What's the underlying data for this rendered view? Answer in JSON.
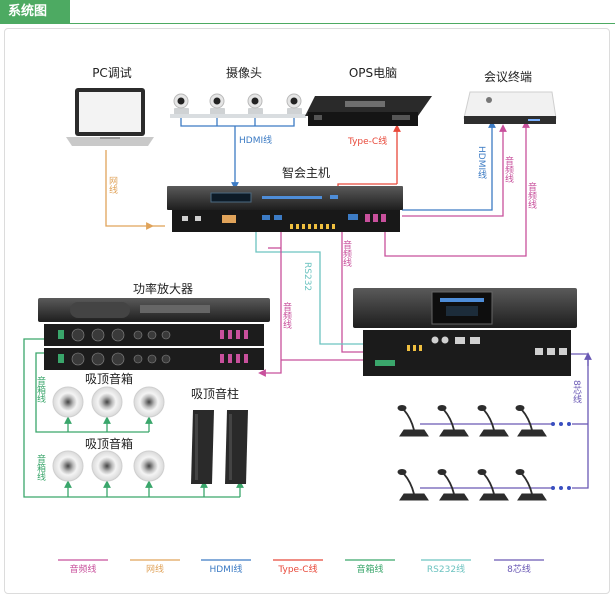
{
  "header": {
    "title": "系统图"
  },
  "devices": {
    "pc": "PC调试",
    "camera": "摄像头",
    "ops": "OPS电脑",
    "conf_terminal": "会议终端",
    "host": "智会主机",
    "amplifier": "功率放大器",
    "ceiling_speaker_1": "吸顶音箱",
    "ceiling_speaker_2": "吸顶音箱",
    "column_speaker": "吸顶音柱"
  },
  "line_labels": {
    "network": "网线",
    "hdmi": "HDMI线",
    "typec": "Type-C线",
    "hdmi_terminal": "HDMI线",
    "audio_terminal_1": "音频线",
    "audio_terminal_2": "音频线",
    "audio_host": "音频线",
    "rs232": "RS232",
    "audio_amp": "音频线",
    "speaker_1": "音箱线",
    "speaker_2": "音箱线",
    "eight_core": "8芯线"
  },
  "legend": [
    {
      "label": "音频线",
      "color": "#c8509c"
    },
    {
      "label": "网线",
      "color": "#e0a35a"
    },
    {
      "label": "HDMI线",
      "color": "#3c7bc4"
    },
    {
      "label": "Type-C线",
      "color": "#e8493a"
    },
    {
      "label": "音箱线",
      "color": "#3aa66b"
    },
    {
      "label": "RS232线",
      "color": "#6cc3c0"
    },
    {
      "label": "8芯线",
      "color": "#6a59b5"
    }
  ]
}
